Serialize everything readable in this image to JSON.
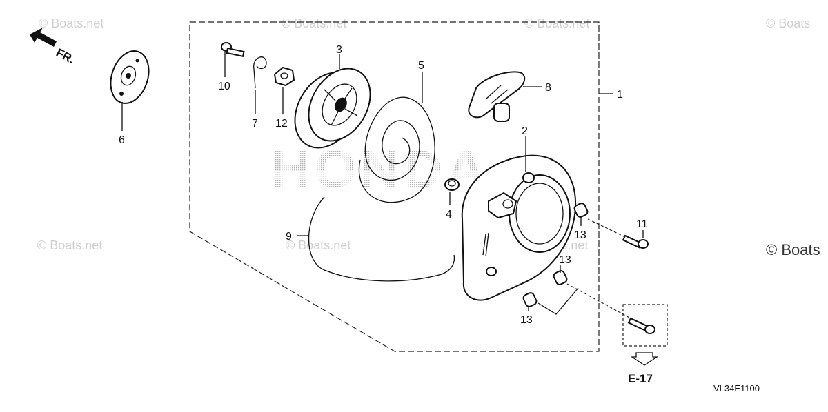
{
  "watermarks": {
    "top_left": "© Boats.net",
    "top_center": "© Boats.net",
    "top_right": "© Boats.net",
    "top_far_right": "© Boats",
    "mid_left": "© Boats.net",
    "mid_center": "© Boats.net",
    "mid_right": "© Boats.net",
    "right_edge": "© Boats"
  },
  "direction": {
    "label": "FR."
  },
  "callouts": {
    "p1": "1",
    "p2": "2",
    "p3": "3",
    "p4": "4",
    "p5": "5",
    "p6": "6",
    "p7": "7",
    "p8": "8",
    "p9": "9",
    "p10": "10",
    "p11": "11",
    "p12": "12",
    "p13_a": "13",
    "p13_b": "13",
    "p13_c": "13"
  },
  "reference": {
    "label": "E-17"
  },
  "diagram_code": "VL34E1100",
  "brand_mark": "HONDA"
}
